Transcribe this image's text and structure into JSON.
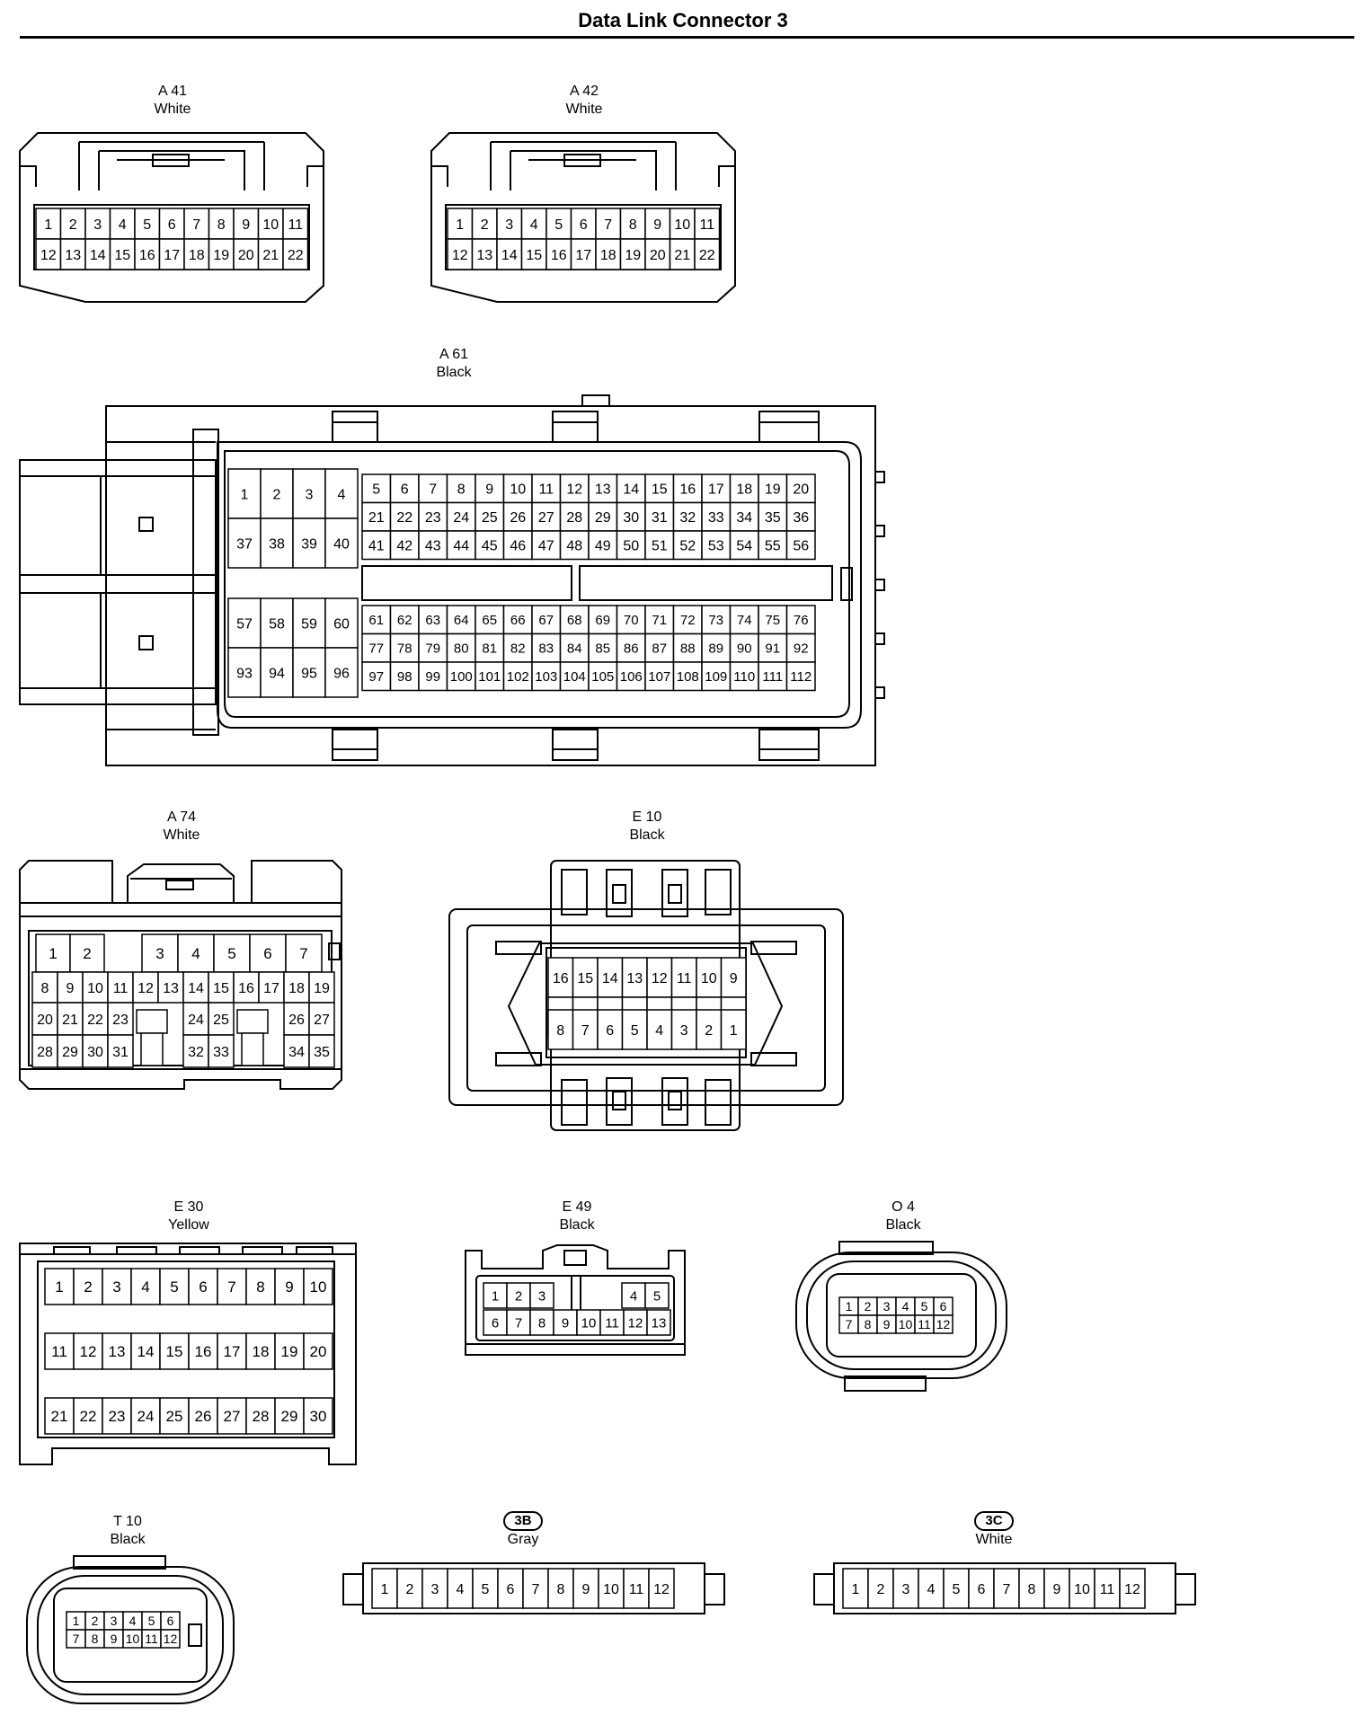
{
  "page": {
    "title": "Data Link Connector 3"
  },
  "connectors": [
    {
      "id": "a41",
      "code": "A 41",
      "color": "White",
      "rows": [
        [
          "1",
          "2",
          "3",
          "4",
          "5",
          "6",
          "7",
          "8",
          "9",
          "10",
          "11"
        ],
        [
          "12",
          "13",
          "14",
          "15",
          "16",
          "17",
          "18",
          "19",
          "20",
          "21",
          "22"
        ]
      ]
    },
    {
      "id": "a42",
      "code": "A 42",
      "color": "White",
      "rows": [
        [
          "1",
          "2",
          "3",
          "4",
          "5",
          "6",
          "7",
          "8",
          "9",
          "10",
          "11"
        ],
        [
          "12",
          "13",
          "14",
          "15",
          "16",
          "17",
          "18",
          "19",
          "20",
          "21",
          "22"
        ]
      ]
    },
    {
      "id": "a61",
      "code": "A 61",
      "color": "Black",
      "left_top": [
        [
          "1",
          "2",
          "3",
          "4"
        ],
        [
          "37",
          "38",
          "39",
          "40"
        ]
      ],
      "left_bottom": [
        [
          "57",
          "58",
          "59",
          "60"
        ],
        [
          "93",
          "94",
          "95",
          "96"
        ]
      ],
      "right_top": [
        [
          "5",
          "6",
          "7",
          "8",
          "9",
          "10",
          "11",
          "12",
          "13",
          "14",
          "15",
          "16",
          "17",
          "18",
          "19",
          "20"
        ],
        [
          "21",
          "22",
          "23",
          "24",
          "25",
          "26",
          "27",
          "28",
          "29",
          "30",
          "31",
          "32",
          "33",
          "34",
          "35",
          "36"
        ],
        [
          "41",
          "42",
          "43",
          "44",
          "45",
          "46",
          "47",
          "48",
          "49",
          "50",
          "51",
          "52",
          "53",
          "54",
          "55",
          "56"
        ]
      ],
      "right_bottom": [
        [
          "61",
          "62",
          "63",
          "64",
          "65",
          "66",
          "67",
          "68",
          "69",
          "70",
          "71",
          "72",
          "73",
          "74",
          "75",
          "76"
        ],
        [
          "77",
          "78",
          "79",
          "80",
          "81",
          "82",
          "83",
          "84",
          "85",
          "86",
          "87",
          "88",
          "89",
          "90",
          "91",
          "92"
        ],
        [
          "97",
          "98",
          "99",
          "100",
          "101",
          "102",
          "103",
          "104",
          "105",
          "106",
          "107",
          "108",
          "109",
          "110",
          "111",
          "112"
        ]
      ]
    },
    {
      "id": "a74",
      "code": "A 74",
      "color": "White",
      "rows": [
        [
          "1",
          "2",
          "",
          "3",
          "4",
          "5",
          "6",
          "7"
        ],
        [
          "8",
          "9",
          "10",
          "11",
          "12",
          "13",
          "14",
          "15",
          "16",
          "17",
          "18",
          "19"
        ],
        [
          "20",
          "21",
          "22",
          "23",
          "",
          "24",
          "25",
          "",
          "26",
          "27"
        ],
        [
          "28",
          "29",
          "30",
          "31",
          "",
          "32",
          "33",
          "",
          "34",
          "35"
        ]
      ]
    },
    {
      "id": "e10",
      "code": "E 10",
      "color": "Black",
      "rows": [
        [
          "16",
          "15",
          "14",
          "13",
          "12",
          "11",
          "10",
          "9"
        ],
        [
          "8",
          "7",
          "6",
          "5",
          "4",
          "3",
          "2",
          "1"
        ]
      ]
    },
    {
      "id": "e30",
      "code": "E 30",
      "color": "Yellow",
      "rows": [
        [
          "1",
          "2",
          "3",
          "4",
          "5",
          "6",
          "7",
          "8",
          "9",
          "10"
        ],
        [
          "11",
          "12",
          "13",
          "14",
          "15",
          "16",
          "17",
          "18",
          "19",
          "20"
        ],
        [
          "21",
          "22",
          "23",
          "24",
          "25",
          "26",
          "27",
          "28",
          "29",
          "30"
        ]
      ]
    },
    {
      "id": "e49",
      "code": "E 49",
      "color": "Black",
      "rows": [
        [
          "1",
          "2",
          "3",
          "",
          "",
          "",
          "4",
          "5"
        ],
        [
          "6",
          "7",
          "8",
          "9",
          "10",
          "11",
          "12",
          "13"
        ]
      ]
    },
    {
      "id": "o4",
      "code": "O 4",
      "color": "Black",
      "rows": [
        [
          "1",
          "2",
          "3",
          "4",
          "5",
          "6"
        ],
        [
          "7",
          "8",
          "9",
          "10",
          "11",
          "12"
        ]
      ]
    },
    {
      "id": "t10",
      "code": "T 10",
      "color": "Black",
      "rows": [
        [
          "1",
          "2",
          "3",
          "4",
          "5",
          "6"
        ],
        [
          "7",
          "8",
          "9",
          "10",
          "11",
          "12"
        ]
      ]
    },
    {
      "id": "c3b",
      "code": "3B",
      "color": "Gray",
      "rows": [
        [
          "1",
          "2",
          "3",
          "4",
          "5",
          "6",
          "7",
          "8",
          "9",
          "10",
          "11",
          "12"
        ]
      ]
    },
    {
      "id": "c3c",
      "code": "3C",
      "color": "White",
      "rows": [
        [
          "1",
          "2",
          "3",
          "4",
          "5",
          "6",
          "7",
          "8",
          "9",
          "10",
          "11",
          "12"
        ]
      ]
    }
  ]
}
